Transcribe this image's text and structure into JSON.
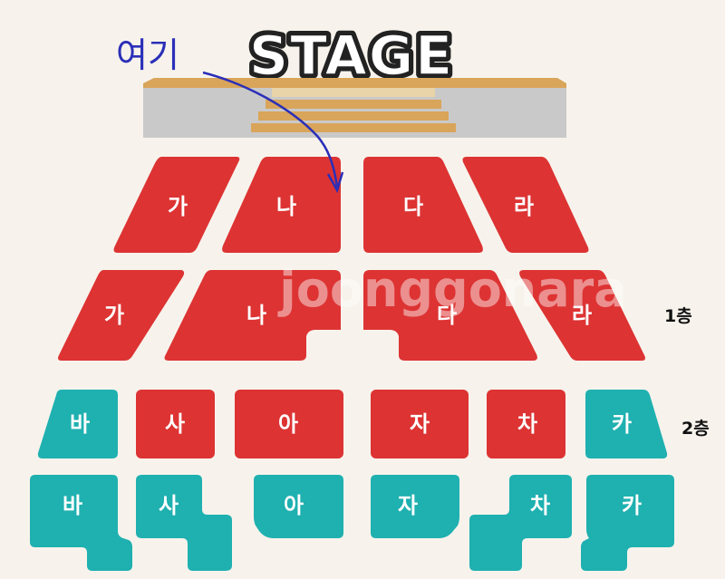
{
  "stage": {
    "title": "STAGE"
  },
  "note": {
    "text": "여기"
  },
  "watermark": {
    "text": "joonggonara"
  },
  "floors": {
    "first": "1층",
    "second": "2층"
  },
  "colors": {
    "floor1": "#dd3333",
    "floor2": "#1fb0b0",
    "stage": "#c9c9c9",
    "wood": "#d9a55a",
    "note": "#2b2fb8"
  },
  "sections": {
    "f1_row1": [
      "가",
      "나",
      "다",
      "라"
    ],
    "f1_row2": [
      "가",
      "나",
      "다",
      "라"
    ],
    "f2_row1": [
      "바",
      "사",
      "아",
      "자",
      "차",
      "카"
    ],
    "f2_row2": [
      "바",
      "사",
      "아",
      "자",
      "차",
      "카"
    ]
  }
}
